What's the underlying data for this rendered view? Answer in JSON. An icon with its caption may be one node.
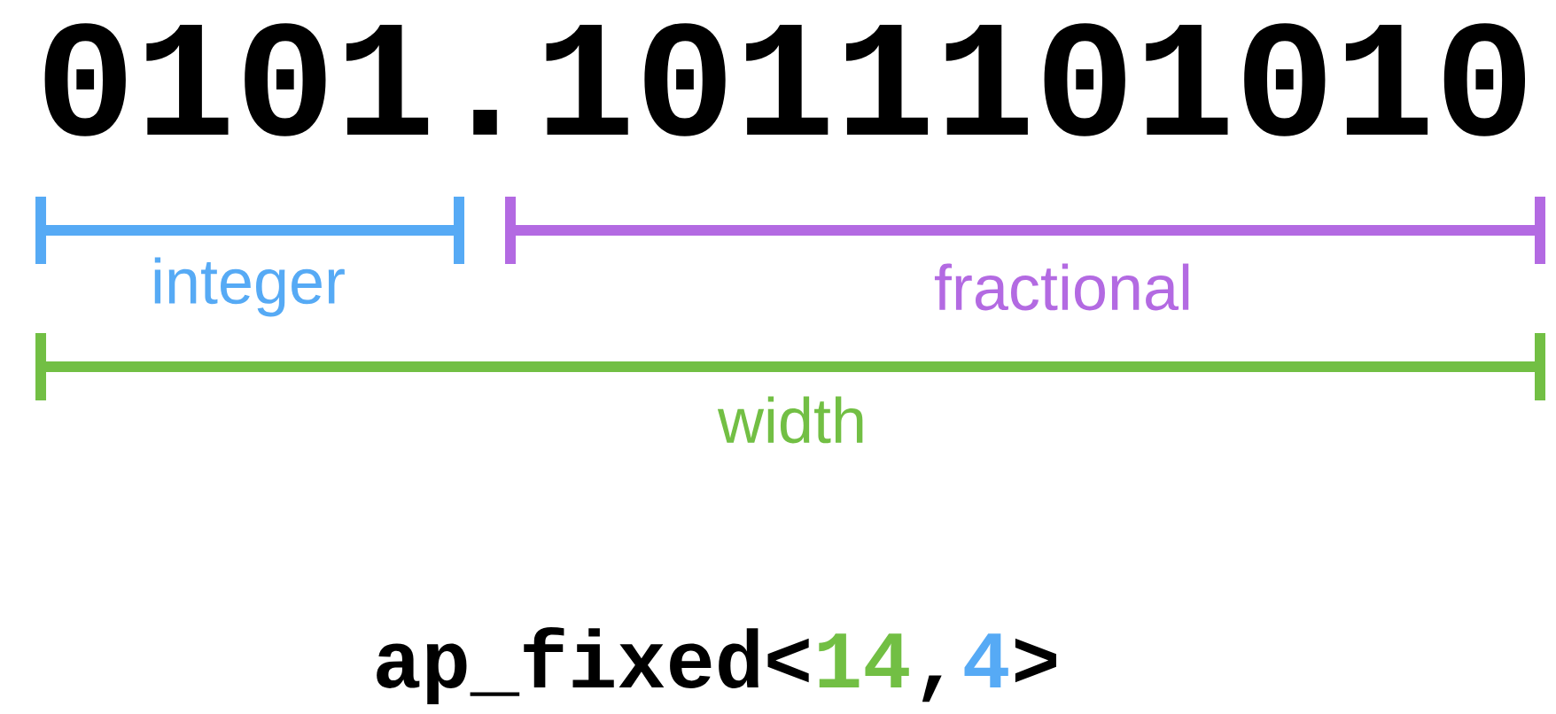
{
  "diagram": {
    "labels": [
      "0101.1011101010",
      "integer",
      "fractional",
      "width",
      "ap_fixed<",
      "14",
      ",",
      "4",
      ">"
    ]
  }
}
